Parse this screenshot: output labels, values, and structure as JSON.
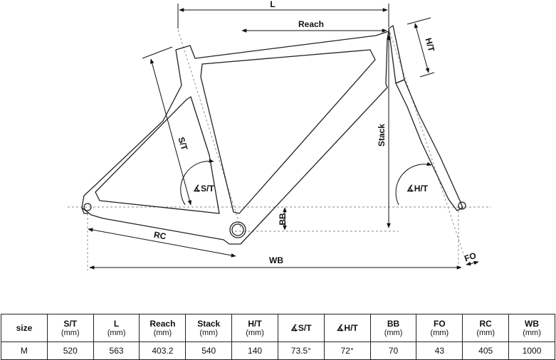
{
  "diagram": {
    "labels": {
      "l": "L",
      "reach": "Reach",
      "ht": "H/T",
      "st": "S/T",
      "stack": "Stack",
      "st_angle": "∡S/T",
      "ht_angle": "∡H/T",
      "bb": "BB",
      "rc": "RC",
      "wb": "WB",
      "fo": "FO"
    }
  },
  "table": {
    "headers": [
      {
        "label": "size",
        "unit": ""
      },
      {
        "label": "S/T",
        "unit": "(mm)"
      },
      {
        "label": "L",
        "unit": "(mm)"
      },
      {
        "label": "Reach",
        "unit": "(mm)"
      },
      {
        "label": "Stack",
        "unit": "(mm)"
      },
      {
        "label": "H/T",
        "unit": "(mm)"
      },
      {
        "label": "∡S/T",
        "unit": ""
      },
      {
        "label": "∡H/T",
        "unit": ""
      },
      {
        "label": "BB",
        "unit": "(mm)"
      },
      {
        "label": "FO",
        "unit": "(mm)"
      },
      {
        "label": "RC",
        "unit": "(mm)"
      },
      {
        "label": "WB",
        "unit": "(mm)"
      }
    ],
    "rows": [
      [
        "M",
        "520",
        "563",
        "403.2",
        "540",
        "140",
        "73.5°",
        "72°",
        "70",
        "43",
        "405",
        "1000"
      ]
    ]
  }
}
